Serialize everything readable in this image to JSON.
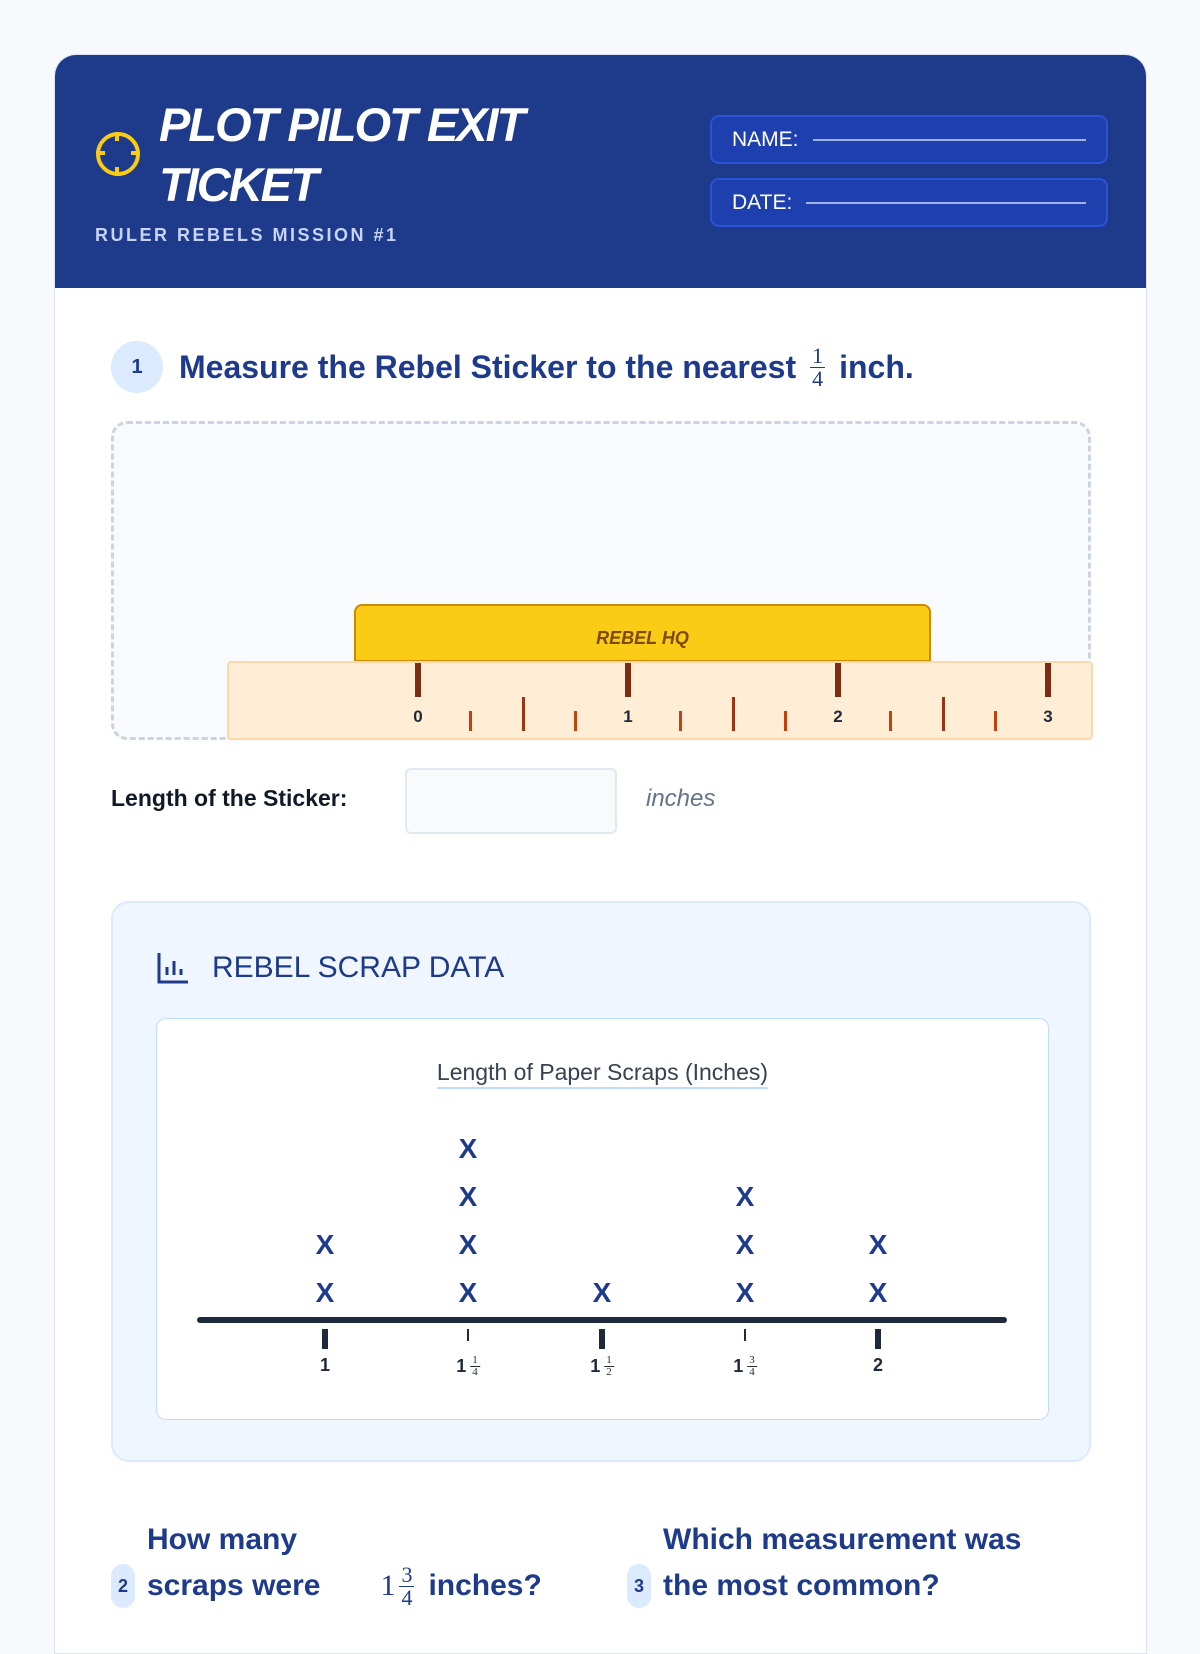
{
  "header": {
    "title": "PLOT PILOT EXIT TICKET",
    "subtitle": "RULER REBELS MISSION #1",
    "name_label": "NAME:",
    "date_label": "DATE:"
  },
  "q1": {
    "number": "1",
    "text": "Measure the Rebel Sticker to the nearest",
    "frac_n": "1",
    "frac_d": "4",
    "unit": "inch.",
    "sticker_label": "REBEL HQ",
    "ruler_labels": [
      "0",
      "1",
      "2",
      "3"
    ],
    "answer_label": "Length of the Sticker:",
    "answer_value": "",
    "answer_unit": "inches"
  },
  "data_section": {
    "title": "REBEL SCRAP DATA"
  },
  "chart_data": {
    "type": "line-plot",
    "title": "Length of Paper Scraps (Inches)",
    "categories": [
      "1",
      "1 1/4",
      "1 1/2",
      "1 3/4",
      "2"
    ],
    "values": [
      2,
      4,
      1,
      3,
      2
    ],
    "marker": "X"
  },
  "q2": {
    "number": "2",
    "text_a": "How many",
    "text_b": "scraps were",
    "whole": "1",
    "frac_n": "3",
    "frac_d": "4",
    "text_c": "inches?"
  },
  "q3": {
    "number": "3",
    "text_a": "Which measurement was",
    "text_b": "the most common?"
  },
  "colors": {
    "primary": "#1e3a8a",
    "accent": "#facc15"
  }
}
